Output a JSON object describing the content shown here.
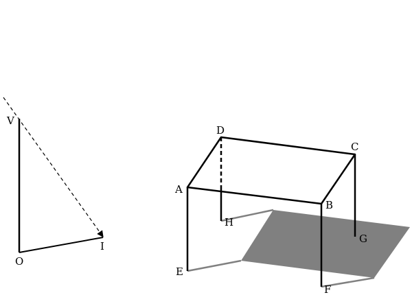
{
  "left_figure": {
    "labels": {
      "V": "V",
      "O": "O",
      "I": "I"
    }
  },
  "right_figure": {
    "labels": {
      "A": "A",
      "B": "B",
      "C": "C",
      "D": "D",
      "E": "E",
      "F": "F",
      "G": "G",
      "H": "H"
    }
  },
  "colors": {
    "edge": "#000000",
    "shadow_edge": "#808080",
    "shadow_fill": "#808080"
  }
}
